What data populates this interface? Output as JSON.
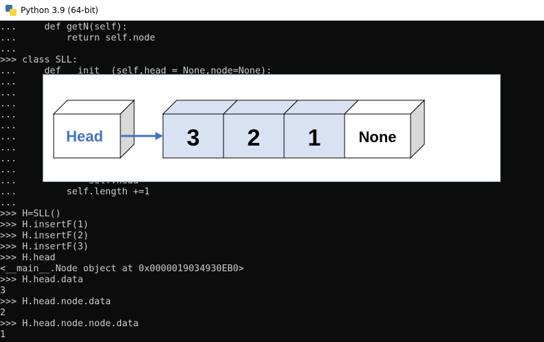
{
  "window": {
    "title": "Python 3.9 (64-bit)",
    "icon": "python-icon"
  },
  "console": {
    "lines": [
      "...     def getN(self):",
      "...         return self.node",
      "...",
      ">>> class SLL:",
      "...     def __init__(self,head = None,node=None):",
      "...",
      "...",
      "...",
      "...",
      "...",
      "...",
      "...",
      "...",
      "...",
      "...             self.head =",
      "...         self.length +=1",
      "...",
      ">>> H=SLL()",
      ">>> H.insertF(1)",
      ">>> H.insertF(2)",
      ">>> H.insertF(3)",
      ">>> H.head",
      "<__main__.Node object at 0x0000019034930EB0>",
      ">>> H.head.data",
      "3",
      ">>> H.head.node.data",
      "2",
      ">>> H.head.node.node.data",
      "1"
    ]
  },
  "diagram": {
    "head_label": "Head",
    "cells": [
      "3",
      "2",
      "1",
      "None"
    ],
    "colors": {
      "head_text": "#4472c4",
      "arrow": "#4472c4",
      "cell_fill": "#d9e2f3",
      "none_fill": "#ffffff"
    }
  }
}
